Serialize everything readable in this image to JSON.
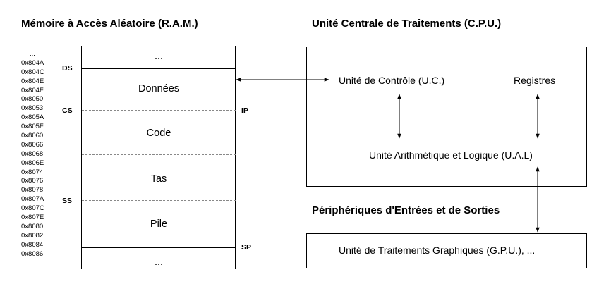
{
  "ram": {
    "title": "Mémoire à Accès Aléatoire (R.A.M.)",
    "ellipsis_top": "...",
    "ellipsis_bottom": "...",
    "addresses": [
      "...",
      "0x804A",
      "0x804C",
      "0x804E",
      "0x804F",
      "0x8050",
      "0x8053",
      "0x805A",
      "0x805F",
      "0x8060",
      "0x8066",
      "0x8068",
      "0x806E",
      "0x8074",
      "0x8076",
      "0x8078",
      "0x807A",
      "0x807C",
      "0x807E",
      "0x8080",
      "0x8082",
      "0x8084",
      "0x8086",
      "..."
    ],
    "registers": {
      "ds": "DS",
      "cs": "CS",
      "ss": "SS",
      "ip": "IP",
      "sp": "SP"
    },
    "segments": {
      "data": "Données",
      "code": "Code",
      "heap": "Tas",
      "stack": "Pile"
    }
  },
  "cpu": {
    "title": "Unité Centrale de Traitements (C.P.U.)",
    "control_unit": "Unité de Contrôle (U.C.)",
    "registers": "Registres",
    "alu": "Unité Arithmétique et Logique (U.A.L)"
  },
  "io": {
    "title": "Périphériques d'Entrées et de Sorties",
    "gpu": "Unité de Traitements Graphiques (G.P.U.), ..."
  }
}
